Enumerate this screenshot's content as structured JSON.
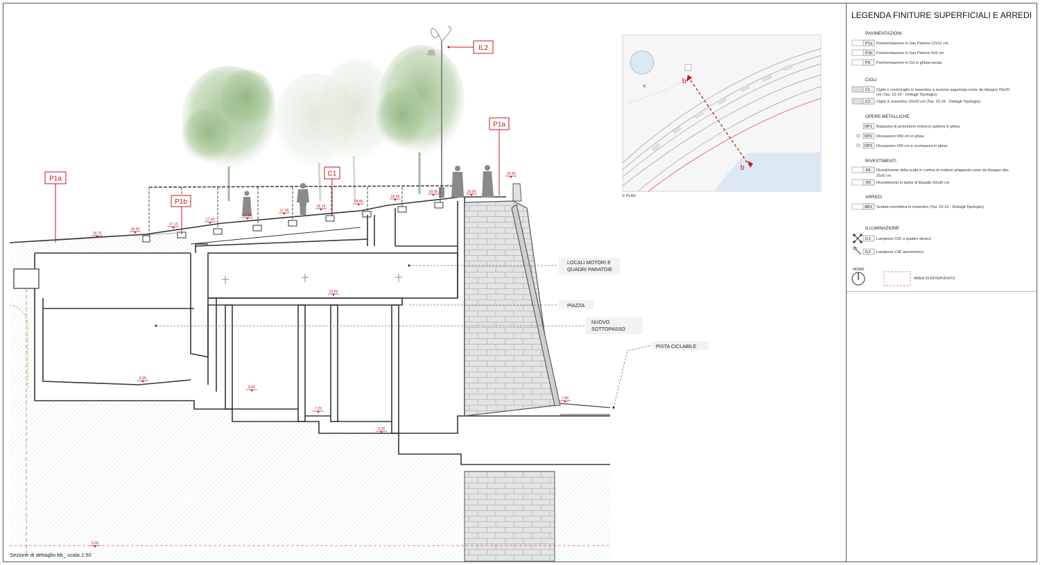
{
  "legend": {
    "title": "LEGENDA FINITURE SUPERFICIALI E ARREDI",
    "sections": [
      {
        "heading": "PAVIMENTAZIONI",
        "items": [
          {
            "code": "P1a",
            "text": "Pavimentazione in San Pietrino 12x12 cm"
          },
          {
            "code": "P1b",
            "text": "Pavimentazione in San Pietrino 5x5 cm"
          },
          {
            "code": "P3",
            "text": "Pavimentazione in Cls in ghiaia lavata"
          }
        ]
      },
      {
        "heading": "CIGLI",
        "items": [
          {
            "code": "C1",
            "text": "Ciglio e controciglio in travertino a sezione sagomata come da disegno 20x20",
            "text2": "cm (Tav. 15-16 - Dettagli Tipologici)"
          },
          {
            "code": "C2",
            "text": "Ciglio in travertino 10x20 cm (Tav. 15-16 - Dettagli Tipologici)"
          }
        ]
      },
      {
        "heading": "OPERE METALLICHE",
        "items": [
          {
            "code": "OP1",
            "text": "Balaustra di protezione imbocco galleria in ghisa"
          },
          {
            "code": "OP2",
            "text": "Dissuasore h50 cm in ghisa"
          },
          {
            "code": "OP3",
            "text": "Dissuasore h50 cm a scomparsa in ghisa"
          }
        ]
      },
      {
        "heading": "RIVESTIMENTI",
        "items": [
          {
            "code": "R1",
            "text": "Rivestimento della scala in cortina di mattoni artigianali come da disegno dim.",
            "text2": "25x5 cm"
          },
          {
            "code": "R2",
            "text": "Rivestimento in lastre di Basalto 60x30 cm"
          }
        ]
      },
      {
        "heading": "ARREDI",
        "items": [
          {
            "code": "AR1",
            "text": "Seduta monolitica in travertino (Tav. 15-16 - Dettagli Tipologici)"
          }
        ]
      },
      {
        "heading": "ILLUMINAZIONE",
        "items": [
          {
            "code": "IL1",
            "text": "Lampione C50 a quattro sbracci"
          },
          {
            "code": "IL2",
            "text": "Lampione C40 asimmetrico"
          }
        ]
      }
    ],
    "north_label": "NORD",
    "area_label": "AREA DI INTERVENTO"
  },
  "kplan": {
    "caption": "K-PLAN",
    "cut_label_top": "b",
    "cut_label_bottom": "b"
  },
  "tags": {
    "p1a_left": "P1a",
    "p1b": "P1b",
    "c1": "C1",
    "p1a_right": "P1a",
    "il2": "IL2"
  },
  "elevations": {
    "e1": "18.70",
    "e2": "16.90",
    "e3": "17.15",
    "e4": "17.40",
    "e5": "17.65",
    "e6": "17.90",
    "e7": "18.15",
    "e8": "18.40",
    "e9": "18.65",
    "e10": "18.90",
    "e11": "18.90",
    "e12": "19.90",
    "e13": "13.60",
    "e14": "8.95",
    "e15": "8.65",
    "e16": "7.25",
    "e17": "6.20",
    "e18": "7.80",
    "e19": "0.00"
  },
  "rooms": {
    "locali_1": "LOCALI MOTORI E",
    "locali_2": "QUADRI PARATOIE",
    "piazza": "PIAZZA",
    "sottopasso_1": "NUOVO",
    "sottopasso_2": "SOTTOPASSO",
    "pista": "PISTA CICLABILE"
  },
  "caption": "Sezione di dettaglio bb_ scala 1:50",
  "colors": {
    "accent": "#c4161c",
    "tree_green": "#6f9a5a",
    "water": "#dbe8f3",
    "masonry": "#e2e2e2"
  }
}
